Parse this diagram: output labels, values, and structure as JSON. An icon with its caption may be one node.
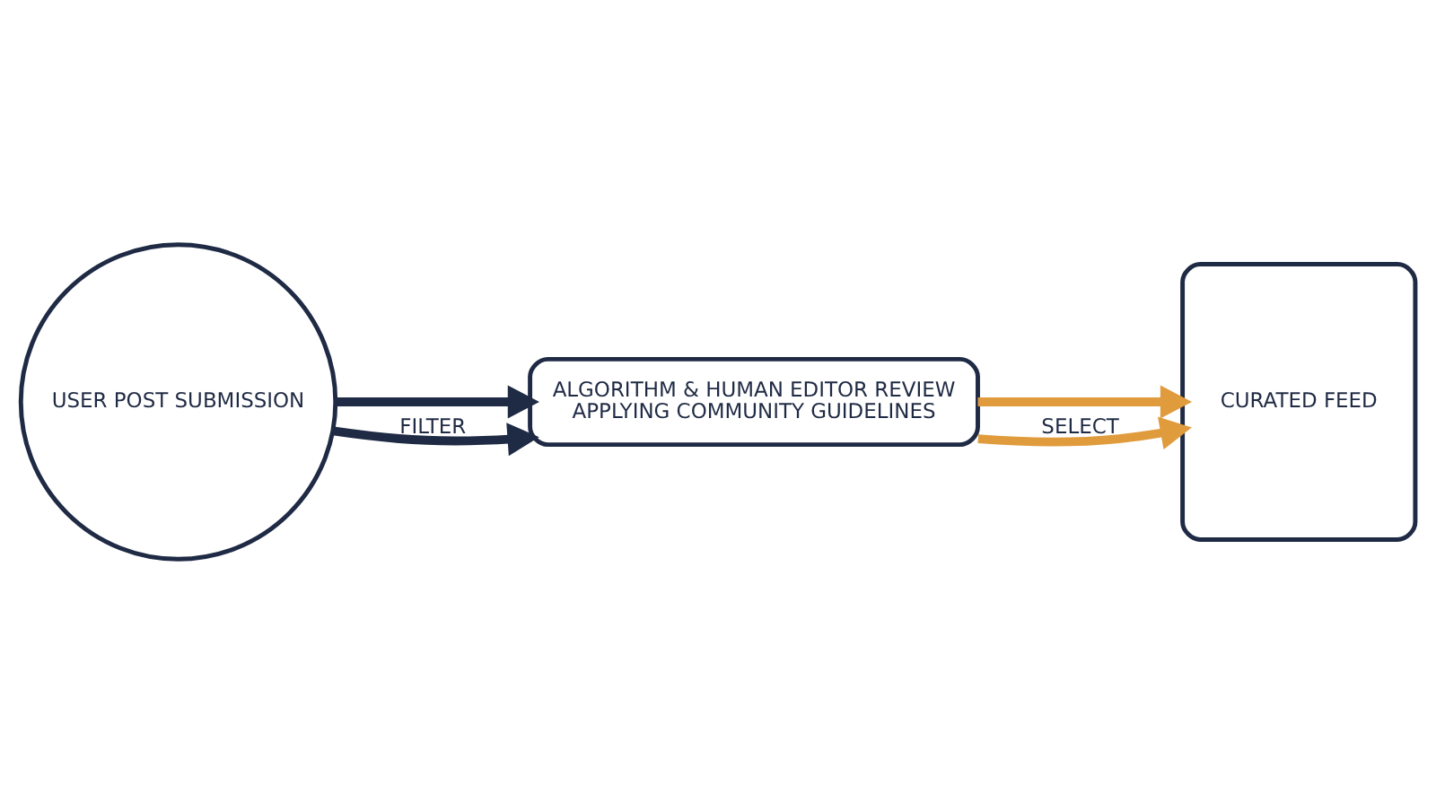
{
  "diagram": {
    "nodes": [
      {
        "text": [
          "USER POST SUBMISSION"
        ]
      },
      {
        "text": [
          "ALGORITHM & HUMAN EDITOR REVIEW",
          "APPLYING COMMUNITY GUIDELINES"
        ]
      },
      {
        "text": [
          "CURATED FEED"
        ]
      }
    ],
    "edges": [
      {
        "from": 0,
        "to": 1,
        "arrow": "to",
        "color": "#1f2a44"
      },
      {
        "from": 0,
        "to": 1,
        "arrow": "to",
        "label": "FILTER",
        "color": "#1f2a44"
      },
      {
        "from": 1,
        "to": 2,
        "arrow": "to",
        "color": "#e09b3d"
      },
      {
        "from": 1,
        "to": 2,
        "arrow": "to",
        "label": "SELECT",
        "color": "#e09b3d"
      }
    ]
  }
}
